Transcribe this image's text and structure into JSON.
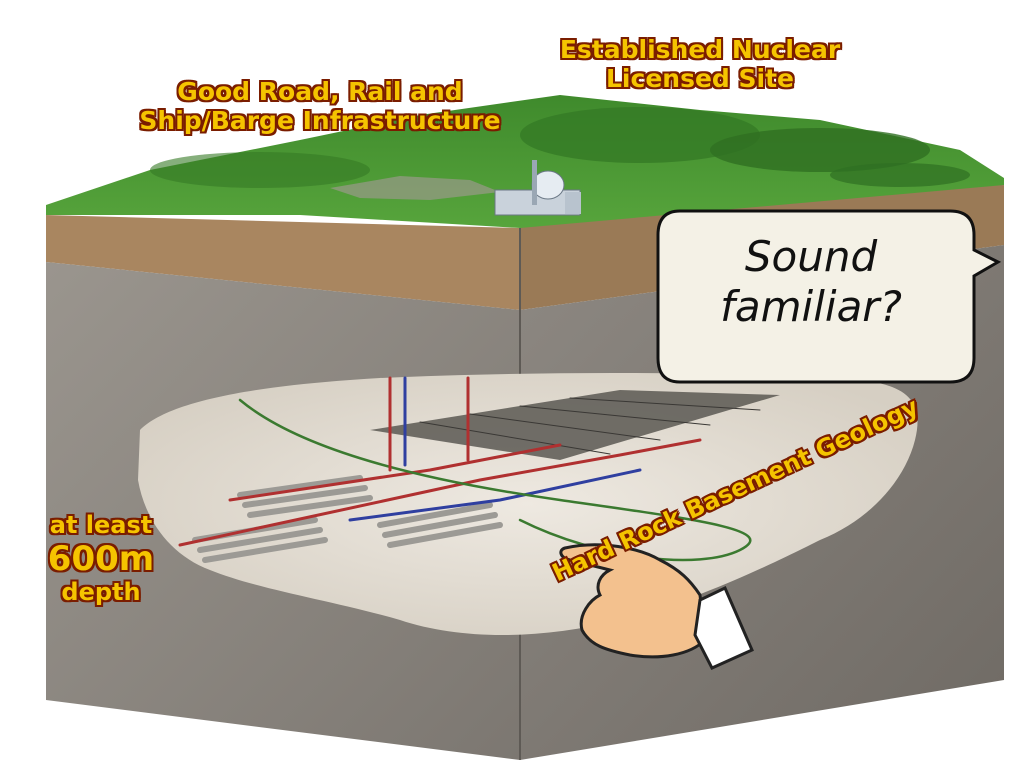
{
  "labels": {
    "infrastructure": [
      "Good Road, Rail and",
      "Ship/Barge Infrastructure"
    ],
    "site": [
      "Established Nuclear",
      "Licensed Site"
    ],
    "depth": [
      "at least",
      "600m",
      "depth"
    ],
    "geology": "Hard Rock Basement Geology"
  },
  "callout": [
    "Sound",
    "familiar?"
  ],
  "colors": {
    "label_fill": "#f5c400",
    "label_outline": "#7a1d00",
    "grass": "#4f9a36",
    "rock": "#8a8680",
    "soil": "#a98660",
    "cavern": "#e8e2d8"
  },
  "icons": [
    "nuclear-plant-icon",
    "pointing-hand-icon"
  ]
}
